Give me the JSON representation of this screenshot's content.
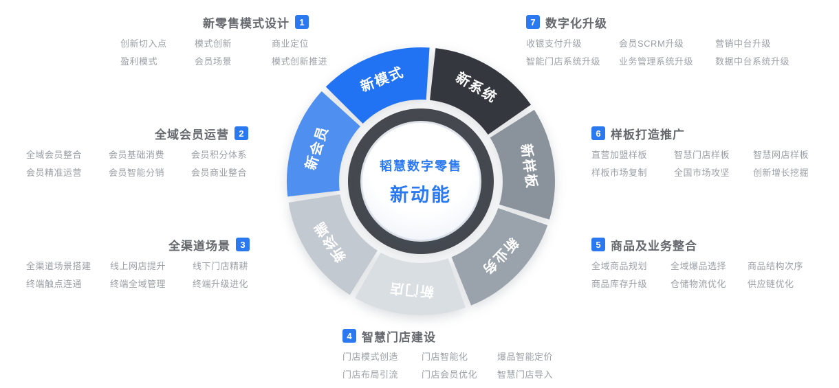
{
  "accent": "#2b79f1",
  "center": {
    "line1": "韬慧数字零售",
    "line2": "新动能"
  },
  "wheel": {
    "ring_color": "#45494f",
    "segments": [
      {
        "label": "新系统",
        "color": "#34383e"
      },
      {
        "label": "新样板",
        "color": "#8a929b"
      },
      {
        "label": "新业务",
        "color": "#9aa2ab"
      },
      {
        "label": "新门店",
        "color": "#d9dee3"
      },
      {
        "label": "新终端",
        "color": "#c3c9d0"
      },
      {
        "label": "新会员",
        "color": "#4e8ff0"
      },
      {
        "label": "新模式",
        "color": "#2273f3"
      }
    ]
  },
  "callouts": [
    {
      "num": "1",
      "title": "新零售模式设计",
      "items": [
        [
          "创新切入点",
          "模式创新",
          "商业定位"
        ],
        [
          "盈利模式",
          "会员场景",
          "模式创新推进"
        ]
      ]
    },
    {
      "num": "2",
      "title": "全域会员运营",
      "items": [
        [
          "全域会员整合",
          "会员基础消费",
          "会员积分体系"
        ],
        [
          "会员精准运营",
          "会员智能分销",
          "会员商业整合"
        ]
      ]
    },
    {
      "num": "3",
      "title": "全渠道场景",
      "items": [
        [
          "全渠道场景搭建",
          "线上网店提升",
          "线下门店精耕"
        ],
        [
          "终端触点连通",
          "终端全域管理",
          "终端升级进化"
        ]
      ]
    },
    {
      "num": "4",
      "title": "智慧门店建设",
      "items": [
        [
          "门店模式创造",
          "门店智能化",
          "爆品智能定价"
        ],
        [
          "门店布局引流",
          "门店会员优化",
          "智慧门店导入"
        ]
      ]
    },
    {
      "num": "5",
      "title": "商品及业务整合",
      "items": [
        [
          "全域商品规划",
          "全域爆品选择",
          "商品结构次序"
        ],
        [
          "商品库存升级",
          "仓储物流优化",
          "供应链优化"
        ]
      ]
    },
    {
      "num": "6",
      "title": "样板打造推广",
      "items": [
        [
          "直营加盟样板",
          "智慧门店样板",
          "智慧网店样板"
        ],
        [
          "样板市场复制",
          "全国市场攻坚",
          "创新增长挖掘"
        ]
      ]
    },
    {
      "num": "7",
      "title": "数字化升级",
      "items": [
        [
          "收银支付升级",
          "会员SCRM升级",
          "营销中台升级"
        ],
        [
          "智能门店系统升级",
          "业务管理系统升级",
          "数据中台系统升级"
        ]
      ]
    }
  ]
}
